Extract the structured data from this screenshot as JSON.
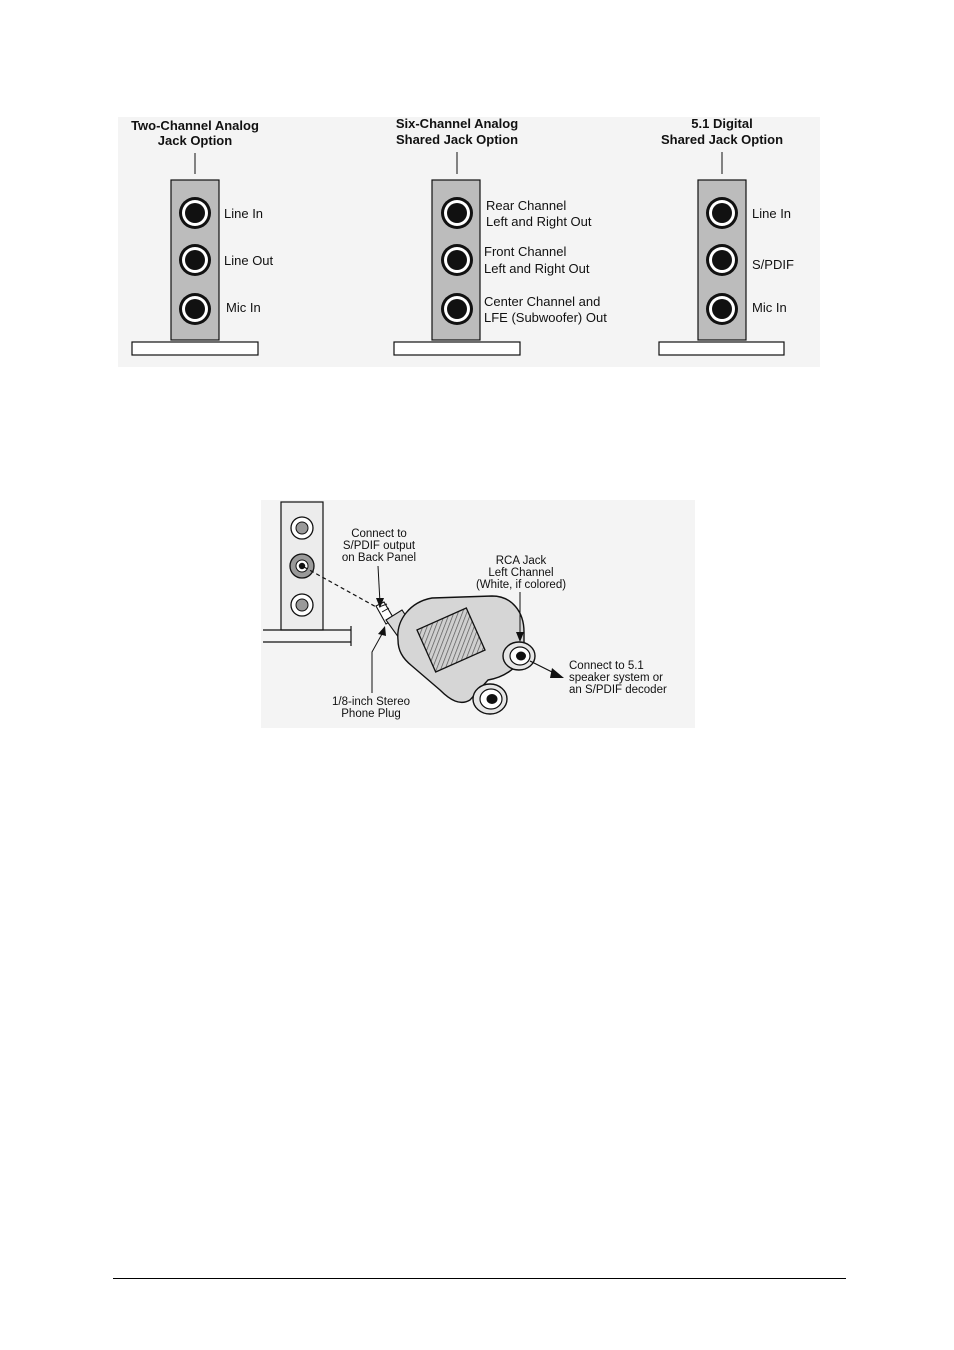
{
  "panels": [
    {
      "title_lines": [
        "Two-Channel  Analog",
        "Jack Option"
      ],
      "jacks": [
        [
          "Line In"
        ],
        [
          "Line Out"
        ],
        [
          "Mic In"
        ]
      ]
    },
    {
      "title_lines": [
        "Six-Channel Analog",
        "Shared Jack Option"
      ],
      "jacks": [
        [
          "Rear Channel",
          "Left and Right Out"
        ],
        [
          "Front Channel",
          "Left and Right Out"
        ],
        [
          "Center Channel and",
          "LFE (Subwoofer) Out"
        ]
      ]
    },
    {
      "title_lines": [
        "5.1 Digital",
        "Shared Jack Option"
      ],
      "jacks": [
        [
          "Line In"
        ],
        [
          "S/PDIF"
        ],
        [
          "Mic In"
        ]
      ]
    }
  ],
  "connection": {
    "spdif_note": [
      "Connect to",
      "S/PDIF output",
      "on Back Panel"
    ],
    "rca_note": [
      "RCA Jack",
      "Left Channel",
      "(White, if colored)"
    ],
    "speaker_note": [
      "Connect to 5.1",
      "speaker system or",
      "an S/PDIF decoder"
    ],
    "plug_note": [
      "1/8-inch Stereo",
      "Phone Plug"
    ]
  },
  "colors": {
    "panel_gray": "#bcbcbc",
    "figure_bg": "#f4f4f4",
    "ink": "#111111"
  }
}
